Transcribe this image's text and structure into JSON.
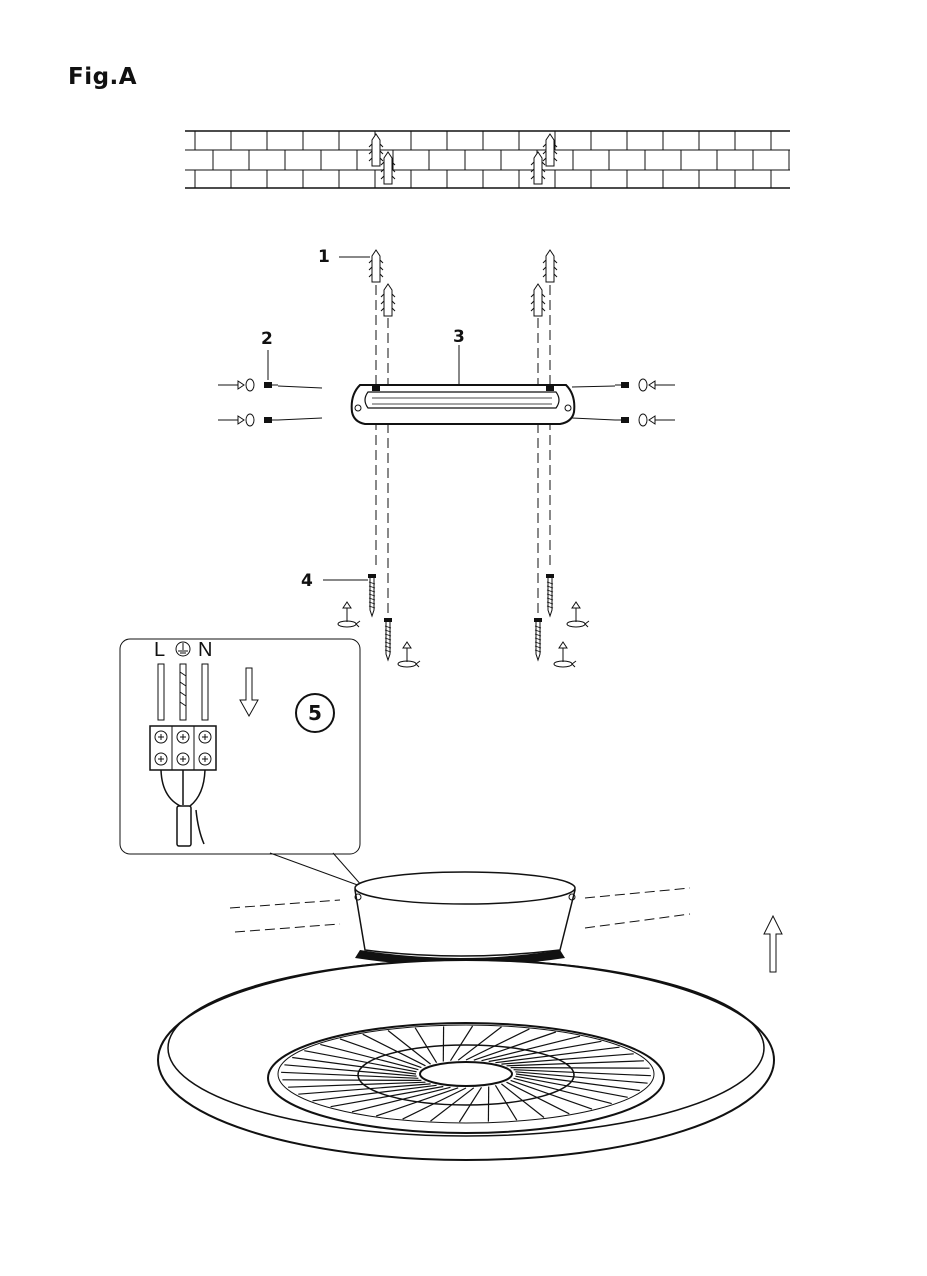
{
  "figure": {
    "title": "Fig.A"
  },
  "callouts": {
    "c1": "1",
    "c2": "2",
    "c3": "3",
    "c4": "4",
    "c5": "5"
  },
  "terminals": {
    "live": "L",
    "neutral": "N",
    "earth_icon": "earth-ground-icon"
  },
  "colors": {
    "ink": "#111111",
    "paper": "#ffffff"
  }
}
